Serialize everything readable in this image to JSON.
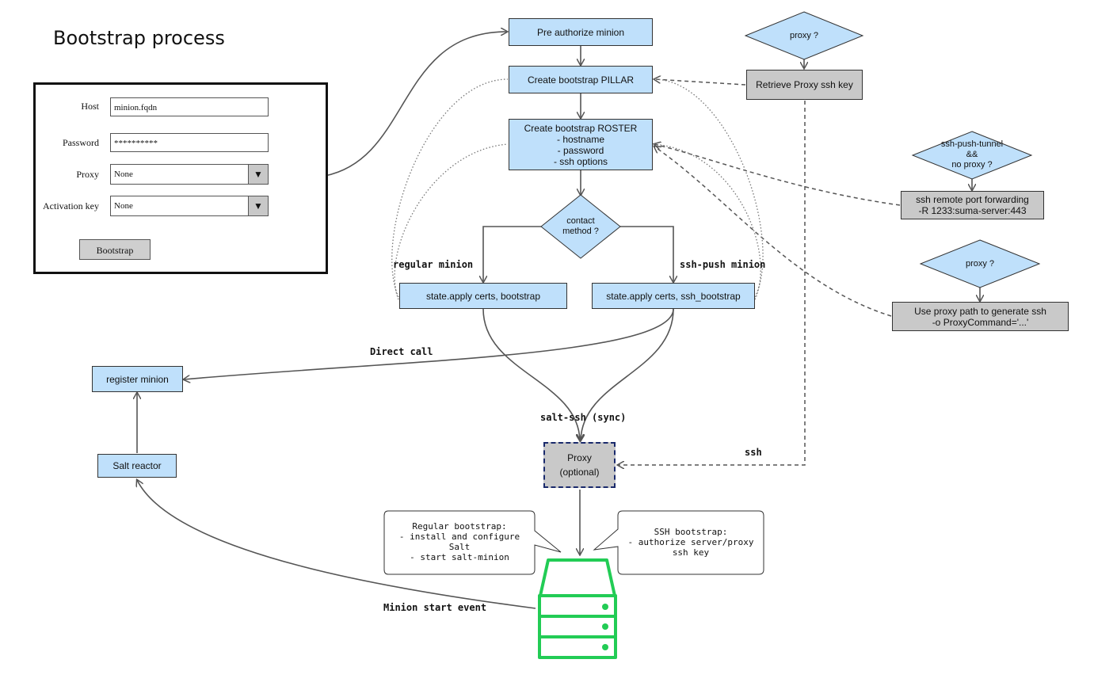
{
  "title": "Bootstrap process",
  "form": {
    "host_label": "Host",
    "host_value": "minion.fqdn",
    "password_label": "Password",
    "password_value": "**********",
    "proxy_label": "Proxy",
    "proxy_value": "None",
    "activation_label": "Activation key",
    "activation_value": "None",
    "bootstrap_button": "Bootstrap"
  },
  "nodes": {
    "pre_authorize": "Pre authorize minion",
    "create_pillar": "Create bootstrap PILLAR",
    "create_roster": [
      "Create bootstrap ROSTER",
      "- hostname",
      "- password",
      "- ssh options"
    ],
    "contact_method": [
      "contact",
      "method ?"
    ],
    "state_regular": "state.apply certs, bootstrap",
    "state_ssh": "state.apply certs, ssh_bootstrap",
    "register_minion": "register minion",
    "salt_reactor": "Salt reactor",
    "proxy_title": "Proxy",
    "proxy_sub": "(optional)",
    "proxy_decision_1": "proxy ?",
    "retrieve_key": "Retrieve Proxy ssh key",
    "tunnel_decision": [
      "ssh-push-tunnel",
      "&&",
      "no proxy ?"
    ],
    "port_forwarding": [
      "ssh remote port forwarding",
      "-R 1233:suma-server:443"
    ],
    "proxy_decision_2": "proxy ?",
    "proxy_path": [
      "Use proxy path to generate ssh",
      "-o ProxyCommand='...'"
    ]
  },
  "edge_labels": {
    "regular_minion": "regular minion",
    "ssh_push_minion": "ssh-push minion",
    "direct_call": "Direct call",
    "salt_ssh": "salt-ssh (sync)",
    "ssh": "ssh",
    "minion_start": "Minion start event"
  },
  "notes": {
    "regular": "Regular bootstrap:\n- install and configure\nSalt\n- start salt-minion",
    "ssh": "SSH bootstrap:\n- authorize server/proxy\nssh key"
  },
  "icons": {
    "server": "server-icon",
    "dropdown": "triangle-down-icon"
  },
  "colors": {
    "process_fill": "#bfe0fb",
    "gray_fill": "#c9c9c9",
    "server_green": "#22cc55",
    "proxy_border": "#1a2a6c"
  }
}
